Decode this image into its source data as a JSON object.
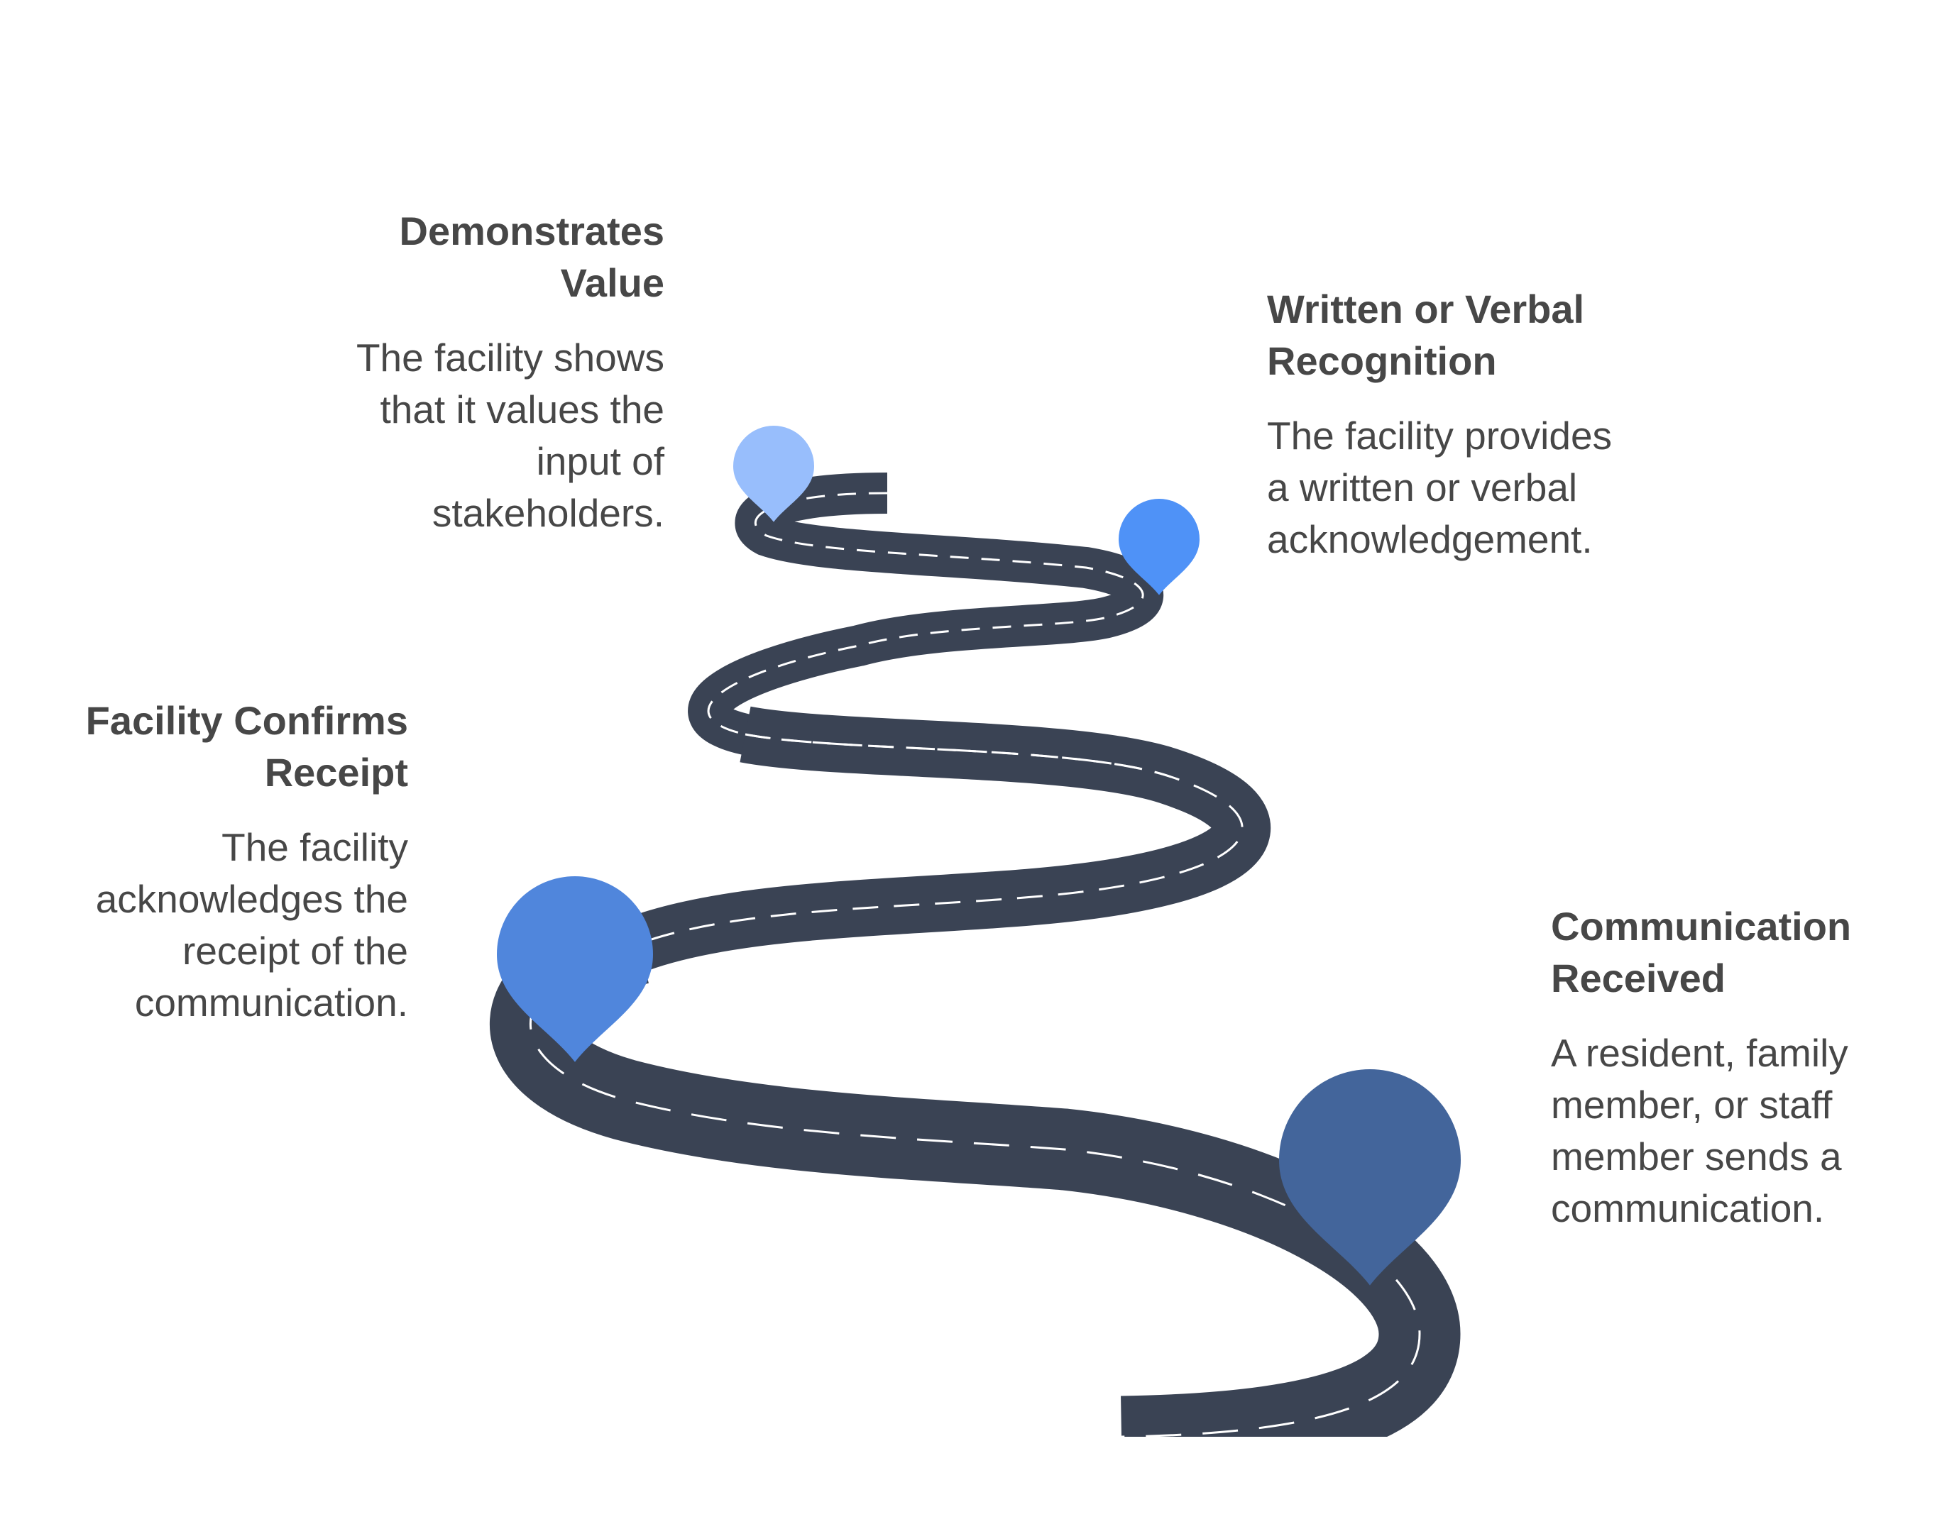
{
  "steps": [
    {
      "id": "communication-received",
      "title": [
        "Communication",
        "Received"
      ],
      "description": [
        "A resident, family",
        "member, or staff",
        "member sends a",
        "communication."
      ],
      "color": "#43659B",
      "icon": "map-pin-icon"
    },
    {
      "id": "facility-confirms-receipt",
      "title": [
        "Facility Confirms",
        "Receipt"
      ],
      "description": [
        "The facility",
        "acknowledges the",
        "receipt of the",
        "communication."
      ],
      "color": "#5086DC",
      "icon": "map-pin-icon"
    },
    {
      "id": "written-or-verbal-recognition",
      "title": [
        "Written or Verbal",
        "Recognition"
      ],
      "description": [
        "The facility provides",
        "a written or verbal",
        "acknowledgement."
      ],
      "color": "#4F92F7",
      "icon": "map-pin-icon"
    },
    {
      "id": "demonstrates-value",
      "title": [
        "Demonstrates",
        "Value"
      ],
      "description": [
        "The facility shows",
        "that it values the",
        "input of",
        "stakeholders."
      ],
      "color": "#98BEFC",
      "icon": "map-pin-icon"
    }
  ],
  "road": {
    "color": "#3A4354",
    "dash_color": "#FFFFFF",
    "icon": "winding-road-icon"
  }
}
